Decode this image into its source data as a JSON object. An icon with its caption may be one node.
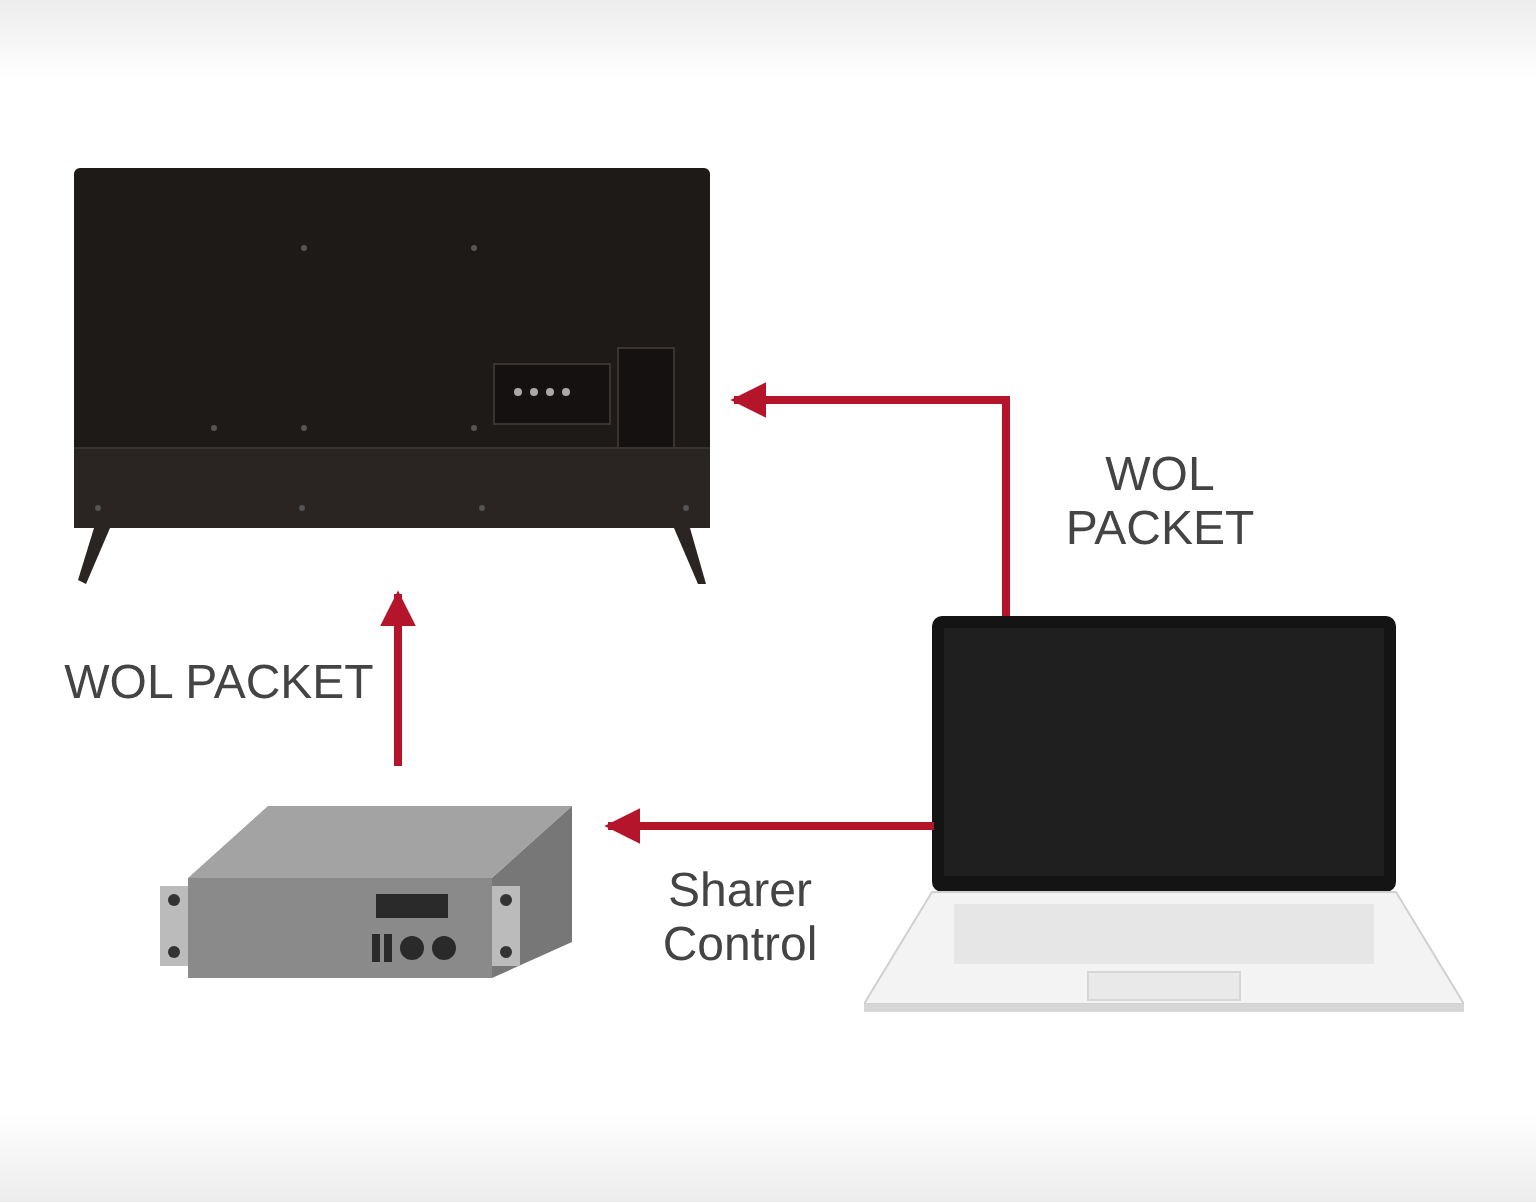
{
  "diagram": {
    "nodes": [
      {
        "text": [],
        "shape": "picture"
      },
      {
        "text": [],
        "shape": "picture"
      },
      {
        "text": [],
        "shape": "picture"
      }
    ],
    "edges": [
      {
        "from": 1,
        "to": 0,
        "arrow": "to",
        "label": "WOL PACKET"
      },
      {
        "from": 1,
        "to": 2,
        "arrow": "to",
        "label": "Sharer Control"
      },
      {
        "from": 2,
        "to": 0,
        "arrow": "to",
        "label": "WOL PACKET"
      }
    ]
  }
}
